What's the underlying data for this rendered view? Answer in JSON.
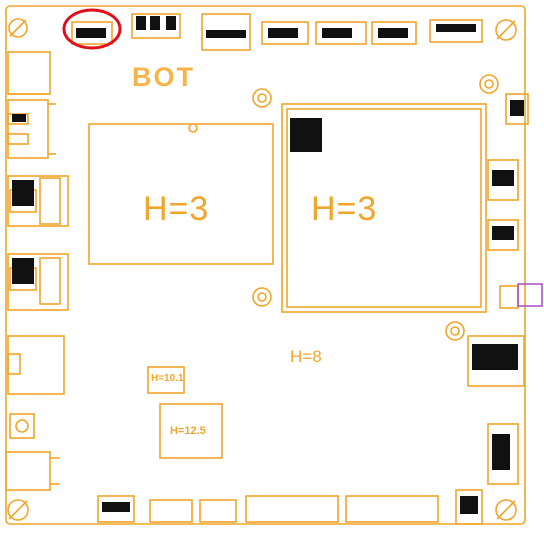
{
  "board": {
    "side_label": "BOT",
    "height_labels": {
      "left_chip": "H=3",
      "right_chip": "H=3",
      "center": "H=8",
      "small_block": "H=10.1",
      "med_block": "H=12.5"
    }
  },
  "colors": {
    "silkscreen": "#f2a52a",
    "pads": "#111111",
    "highlight": "#e0101a",
    "marker": "#a040c0",
    "background": "#ffffff"
  },
  "annotations": {
    "highlighted_component": "top-left connector (circled in red)"
  }
}
